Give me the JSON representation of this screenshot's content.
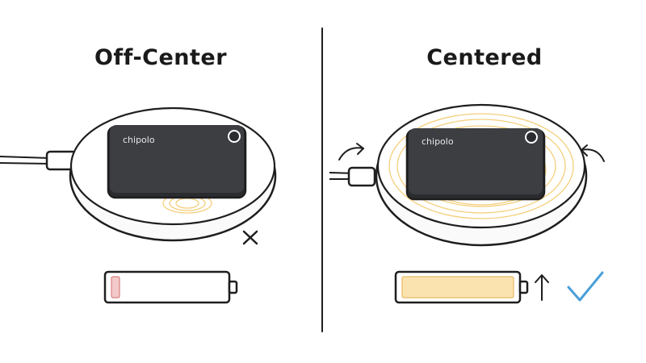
{
  "panels": {
    "left": {
      "title": "Off-Center",
      "tracker_logo": "chipolo",
      "status_mark": "cross-icon",
      "battery_level": 0.07,
      "battery_fill_color": "#f3c9c9",
      "battery_fill_stroke": "#d98080"
    },
    "right": {
      "title": "Centered",
      "tracker_logo": "chipolo",
      "status_mark": "check-icon",
      "battery_level": 1.0,
      "battery_fill_color": "#fbe3b0",
      "battery_fill_stroke": "#e8b860",
      "indicator": "arrow-up-icon"
    }
  },
  "colors": {
    "outline": "#1e1e1e",
    "pad_fill": "#fafafa",
    "tracker_fill": "#3c3e42",
    "charging_waves": "#f4cf7c",
    "checkmark": "#4a9fd8"
  }
}
